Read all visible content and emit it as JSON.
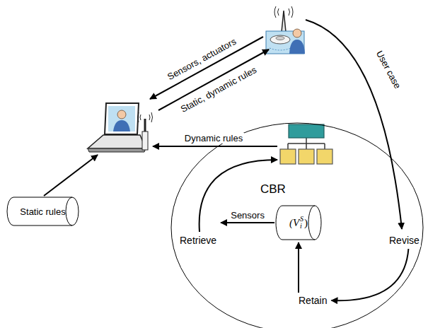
{
  "diagram": {
    "nodes": [
      {
        "text": [
          "Static rules"
        ]
      },
      {
        "text": [
          "CBR"
        ]
      },
      {
        "text": [
          "Retrieve"
        ],
        "in": 1
      },
      {
        "text": [
          "(V",
          "i",
          "S",
          ")"
        ],
        "in": 1
      },
      {
        "text": [
          "Revise"
        ],
        "in": 1
      },
      {
        "text": [
          "Retain"
        ],
        "in": 1
      }
    ],
    "edges": [
      {
        "from": 4,
        "to": 5,
        "arrow": "to"
      },
      {
        "from": 5,
        "to": 3,
        "arrow": "to"
      },
      {
        "from": 3,
        "to": 2,
        "arrow": "to",
        "label": "Sensors"
      }
    ],
    "labels": [
      "Sensors, actuators",
      "Static, dynamic rules",
      "User case",
      "Dynamic rules"
    ]
  }
}
